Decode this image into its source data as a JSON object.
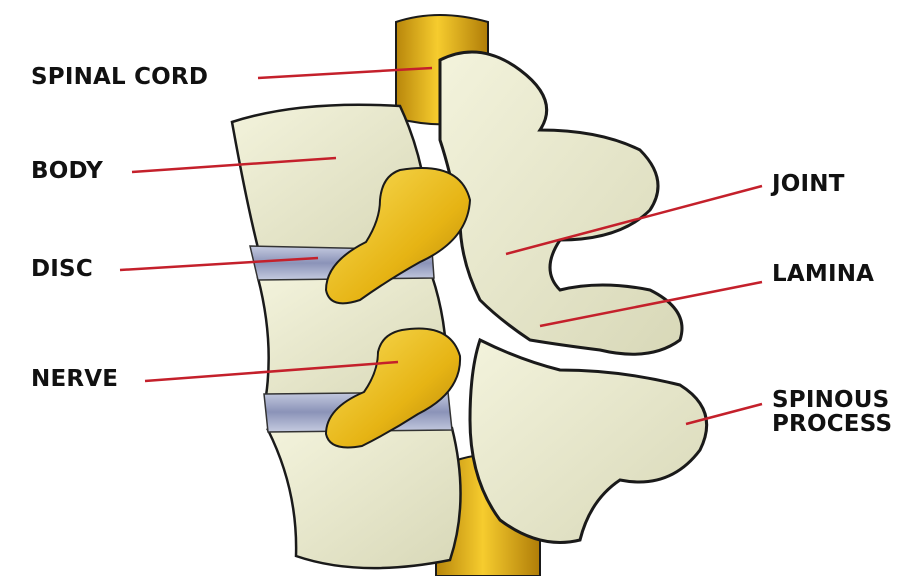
{
  "labels": {
    "spinal_cord": "SPINAL CORD",
    "body": "BODY",
    "disc": "DISC",
    "nerve": "NERVE",
    "joint": "JOINT",
    "lamina": "LAMINA",
    "spinous_process": [
      "SPINOUS",
      "PROCESS"
    ]
  },
  "colors": {
    "leader_line": "#c4202b",
    "bone_fill": "#e6e6c8",
    "bone_outline": "#1a1a1a",
    "disc": "#9aa3c4",
    "nerve_fill": "#e8b81a",
    "cord_fill": "#e0ac10"
  }
}
